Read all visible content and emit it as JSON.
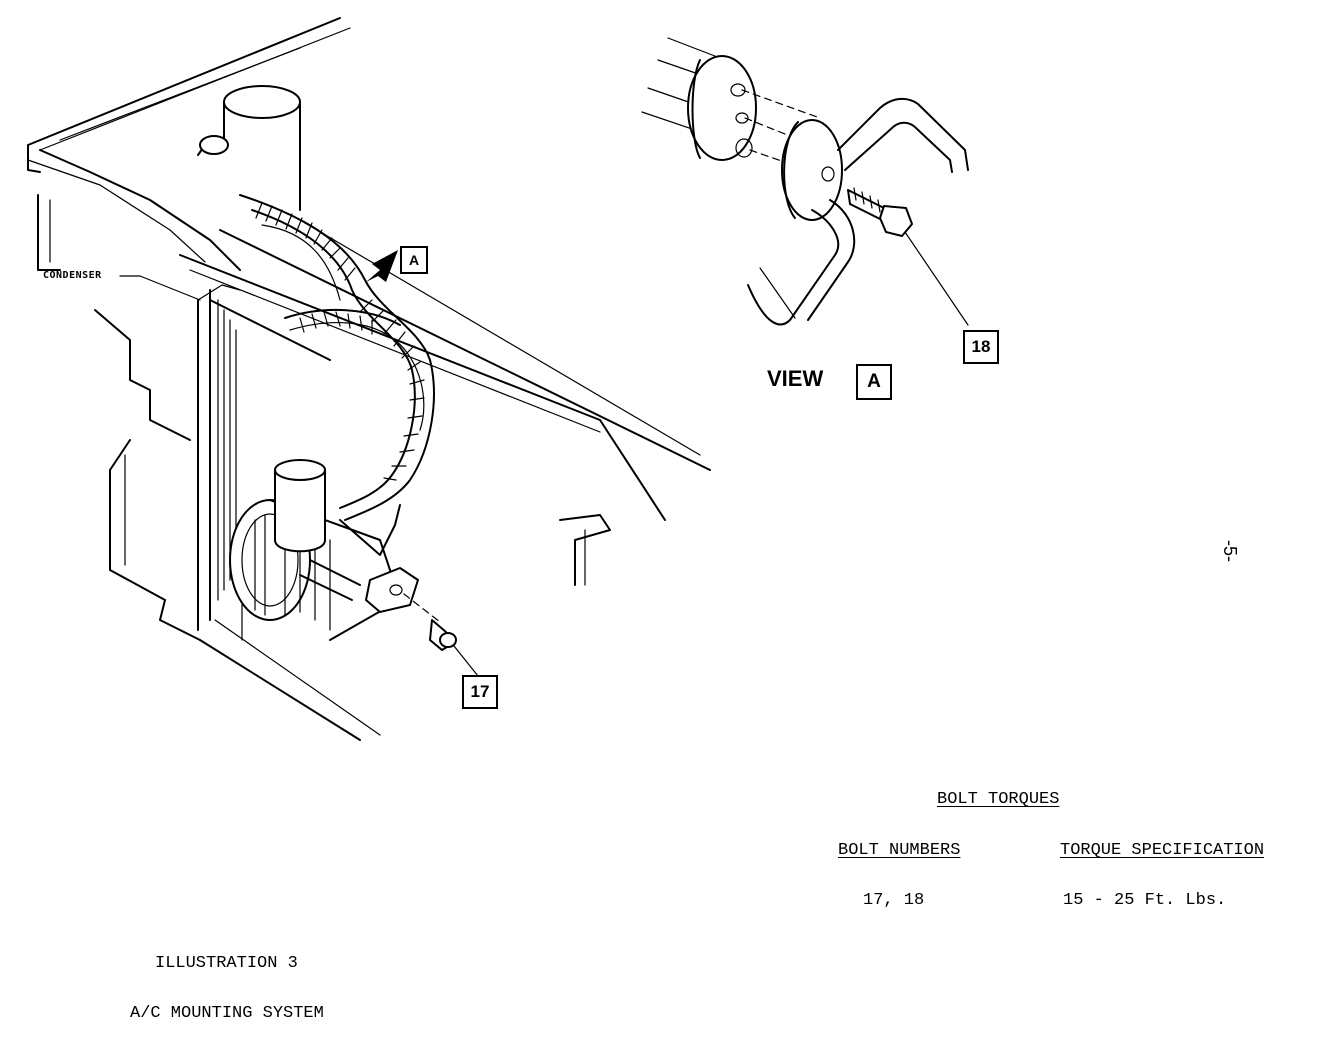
{
  "labels": {
    "condenser": "CONDENSER",
    "view": "VIEW",
    "view_letter": "A",
    "arrow_letter": "A",
    "callout_17": "17",
    "callout_18": "18",
    "page_number": "-5-"
  },
  "torque_table": {
    "title": "BOLT TORQUES",
    "col_bolts": "BOLT NUMBERS",
    "col_spec": "TORQUE SPECIFICATION",
    "rows": [
      {
        "bolts": "17, 18",
        "spec": "15 - 25 Ft. Lbs."
      }
    ]
  },
  "caption": {
    "line1": "ILLUSTRATION 3",
    "line2": "A/C MOUNTING SYSTEM"
  }
}
